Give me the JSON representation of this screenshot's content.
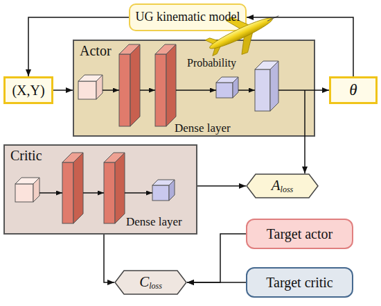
{
  "diagram": {
    "nodes": [
      {
        "text": [
          "UG kinematic model"
        ]
      },
      {
        "text": [
          "Actor"
        ]
      },
      {
        "text": [
          "(X,Y)"
        ]
      },
      {
        "text": [
          "θ"
        ]
      },
      {
        "text": [
          "Critic"
        ]
      },
      {
        "text": [
          "A",
          "loss"
        ]
      },
      {
        "text": [
          "Target actor"
        ]
      },
      {
        "text": [
          "Target critic"
        ]
      },
      {
        "text": [
          "C",
          "loss"
        ]
      }
    ],
    "edges": [
      {
        "from": 3,
        "to": 0,
        "arrow": "to"
      },
      {
        "from": 0,
        "to": 2,
        "arrow": "to"
      },
      {
        "from": 2,
        "to": 1,
        "arrow": "to"
      },
      {
        "from": 1,
        "to": 3,
        "arrow": "to"
      },
      {
        "from": 1,
        "to": 5,
        "arrow": "to"
      },
      {
        "from": 4,
        "to": 5,
        "arrow": "to"
      },
      {
        "from": 4,
        "to": 8,
        "arrow": "to"
      },
      {
        "from": 6,
        "to": 8,
        "arrow": "to"
      },
      {
        "from": 7,
        "to": 8,
        "arrow": "to"
      }
    ],
    "labels": [
      "Probability",
      "Dense layer",
      "Dense layer"
    ]
  }
}
